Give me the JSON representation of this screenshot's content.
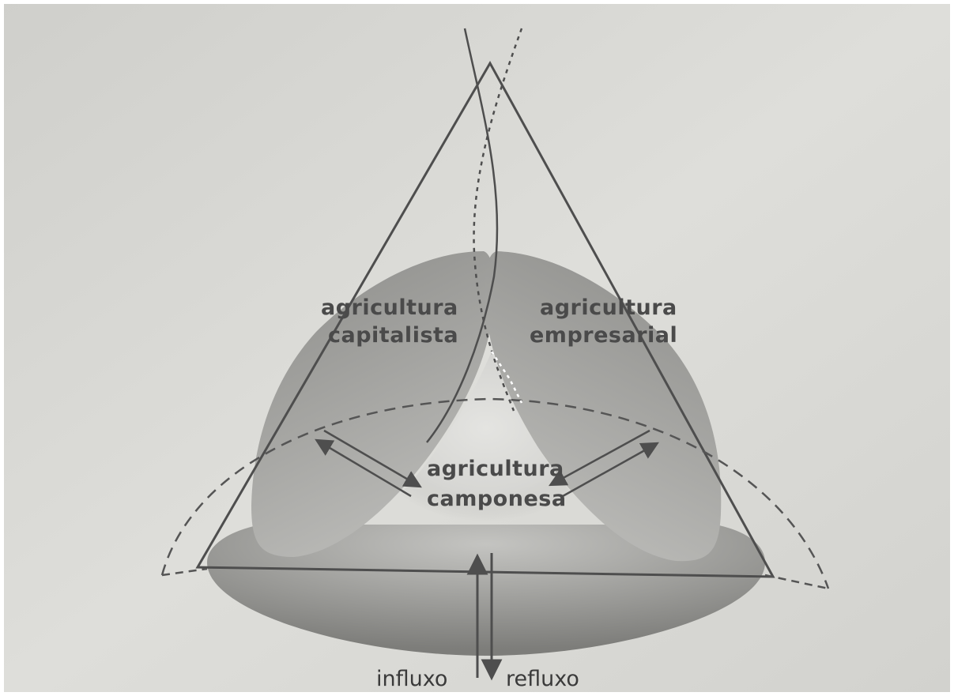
{
  "diagram": {
    "labels": {
      "capitalist_line1": "agricultura",
      "capitalist_line2": "capitalista",
      "enterprise_line1": "agricultura",
      "enterprise_line2": "empresarial",
      "peasant_line1": "agricultura",
      "peasant_line2": "camponesa",
      "inflow": "influxo",
      "outflow": "refluxo"
    },
    "colors": {
      "page": "#dcdcd8",
      "ink": "#4e4e4e",
      "shape_dark": "#8a8a88",
      "shape_light": "#c9c9c6"
    }
  }
}
